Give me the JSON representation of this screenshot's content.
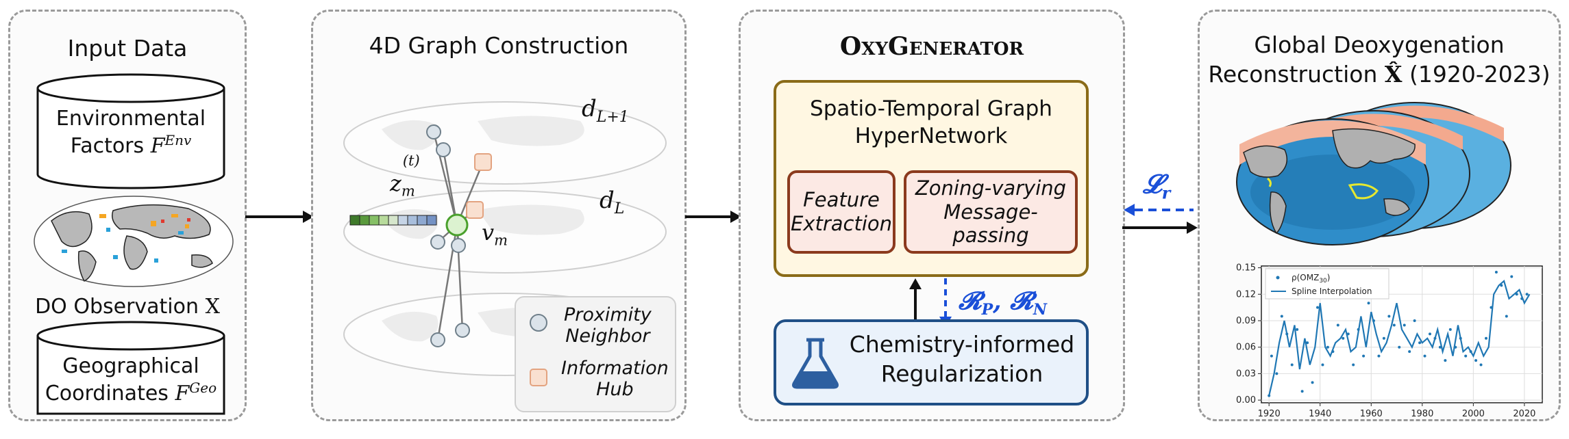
{
  "panels": {
    "input": {
      "title": "Input Data",
      "env_line1": "Environmental",
      "env_line2": "Factors",
      "env_symbol": "F",
      "env_sup": "Env",
      "do_obs": "DO Observation",
      "do_symbol": "X",
      "geo_line1": "Geographical",
      "geo_line2": "Coordinates",
      "geo_symbol": "F",
      "geo_sup": "Geo"
    },
    "graph": {
      "title": "4D Graph Construction",
      "layer_top": "d",
      "layer_top_sub": "L+1",
      "layer_mid": "d",
      "layer_mid_sub": "L",
      "z_label": "z",
      "z_sub": "m",
      "z_sup": "(t)",
      "v_label": "v",
      "v_sub": "m",
      "legend_proximity_1": "Proximity",
      "legend_proximity_2": "Neighbor",
      "legend_hub_1": "Information",
      "legend_hub_2": "Hub"
    },
    "generator": {
      "title_big1": "O",
      "title_small1": "XY",
      "title_big2": "G",
      "title_small2": "ENERATOR",
      "hyper_line1": "Spatio-Temporal Graph",
      "hyper_line2": "HyperNetwork",
      "feature_line1": "Feature",
      "feature_line2": "Extraction",
      "zoning_line1": "Zoning-varying",
      "zoning_line2": "Message-passing",
      "reg_line1": "Chemistry-informed",
      "reg_line2": "Regularization",
      "r_label": "𝓡",
      "r_p": "P",
      "r_sep": ", ",
      "r_n": "N",
      "l_label": "𝓛",
      "l_sub": "r"
    },
    "output": {
      "title_line1": "Global Deoxygenation",
      "title_line2_a": "Reconstruction",
      "title_symbol": "X̂",
      "title_line2_b": "(1920-2023)"
    }
  },
  "chart_data": {
    "type": "line",
    "title": "",
    "xlabel": "",
    "ylabel": "",
    "xlim": [
      1917,
      2027
    ],
    "ylim": [
      -0.003,
      0.152
    ],
    "xticks": [
      1920,
      1940,
      1960,
      1980,
      2000,
      2020
    ],
    "yticks": [
      0.0,
      0.03,
      0.06,
      0.09,
      0.12,
      0.15
    ],
    "ytick_labels": [
      "0.00",
      "0.03",
      "0.06",
      "0.09",
      "0.12",
      "0.15"
    ],
    "grid": true,
    "legend": "top-left",
    "legend_labels": [
      "ρ(OMZ",
      "30",
      ")",
      "Spline Interpolation"
    ],
    "colors": {
      "line": "#1f77b4",
      "points": "#1f77b4"
    },
    "series": [
      {
        "name": "Spline Interpolation",
        "x": [
          1920,
          1922,
          1924,
          1926,
          1928,
          1930,
          1932,
          1934,
          1936,
          1938,
          1940,
          1942,
          1944,
          1946,
          1948,
          1950,
          1952,
          1954,
          1956,
          1958,
          1960,
          1962,
          1964,
          1966,
          1968,
          1970,
          1972,
          1974,
          1976,
          1978,
          1980,
          1982,
          1984,
          1986,
          1988,
          1990,
          1992,
          1994,
          1996,
          1998,
          2000,
          2002,
          2004,
          2006,
          2008,
          2010,
          2012,
          2014,
          2016,
          2018,
          2020,
          2022
        ],
        "y": [
          0.005,
          0.03,
          0.065,
          0.09,
          0.06,
          0.085,
          0.035,
          0.07,
          0.04,
          0.06,
          0.11,
          0.06,
          0.05,
          0.065,
          0.07,
          0.08,
          0.055,
          0.06,
          0.095,
          0.06,
          0.1,
          0.075,
          0.055,
          0.065,
          0.085,
          0.11,
          0.08,
          0.07,
          0.06,
          0.075,
          0.065,
          0.07,
          0.06,
          0.08,
          0.055,
          0.075,
          0.05,
          0.085,
          0.055,
          0.06,
          0.05,
          0.065,
          0.05,
          0.06,
          0.12,
          0.13,
          0.135,
          0.115,
          0.12,
          0.125,
          0.11,
          0.12
        ]
      },
      {
        "name": "ρ(OMZ30)",
        "type": "scatter",
        "x": [
          1920,
          1921,
          1923,
          1925,
          1927,
          1929,
          1931,
          1933,
          1935,
          1937,
          1939,
          1941,
          1943,
          1945,
          1947,
          1949,
          1951,
          1953,
          1955,
          1957,
          1959,
          1961,
          1963,
          1965,
          1967,
          1969,
          1971,
          1973,
          1975,
          1977,
          1979,
          1981,
          1983,
          1985,
          1987,
          1989,
          1991,
          1993,
          1995,
          1997,
          1999,
          2001,
          2003,
          2005,
          2007,
          2009,
          2011,
          2013,
          2015,
          2017,
          2019,
          2021
        ],
        "y": [
          0.005,
          0.05,
          0.03,
          0.095,
          0.075,
          0.04,
          0.08,
          0.01,
          0.065,
          0.02,
          0.105,
          0.04,
          0.06,
          0.055,
          0.085,
          0.07,
          0.075,
          0.04,
          0.08,
          0.05,
          0.11,
          0.09,
          0.05,
          0.07,
          0.095,
          0.085,
          0.06,
          0.085,
          0.055,
          0.09,
          0.065,
          0.05,
          0.075,
          0.07,
          0.06,
          0.045,
          0.08,
          0.06,
          0.07,
          0.05,
          0.055,
          0.045,
          0.04,
          0.07,
          0.105,
          0.145,
          0.13,
          0.095,
          0.14,
          0.12,
          0.115,
          0.12
        ]
      }
    ]
  }
}
